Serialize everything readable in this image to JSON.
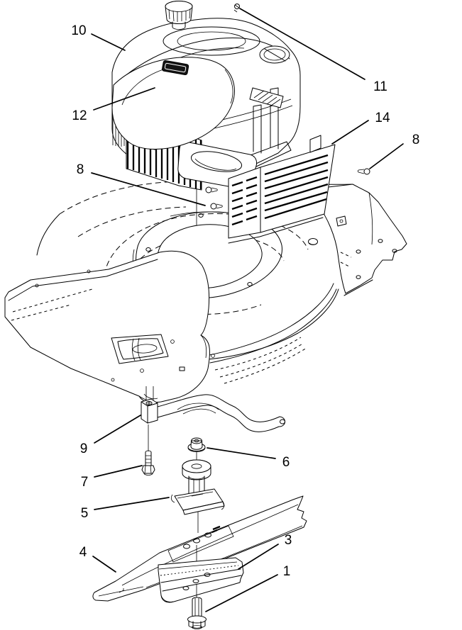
{
  "page": {
    "background": "#ffffff",
    "line_color": "#000000"
  },
  "diagram": {
    "type": "exploded-parts-diagram",
    "callouts": [
      {
        "id": "10",
        "label": "10"
      },
      {
        "id": "12",
        "label": "12"
      },
      {
        "id": "8-left",
        "label": "8"
      },
      {
        "id": "11",
        "label": "11"
      },
      {
        "id": "14",
        "label": "14"
      },
      {
        "id": "8-right",
        "label": "8"
      },
      {
        "id": "9",
        "label": "9"
      },
      {
        "id": "7",
        "label": "7"
      },
      {
        "id": "5",
        "label": "5"
      },
      {
        "id": "4",
        "label": "4"
      },
      {
        "id": "6",
        "label": "6"
      },
      {
        "id": "3",
        "label": "3"
      },
      {
        "id": "1",
        "label": "1"
      }
    ]
  }
}
